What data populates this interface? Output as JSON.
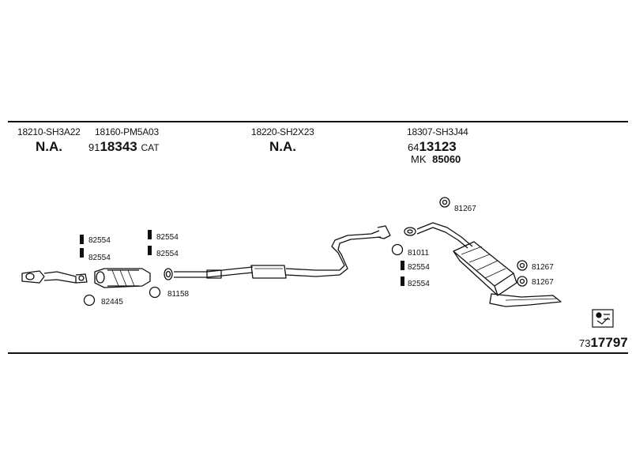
{
  "parts": {
    "p1": {
      "number": "18210-SH3A22",
      "value": "N.A."
    },
    "p2": {
      "number": "18160-PM5A03",
      "prefix": "91",
      "code": "18343",
      "suffix": "CAT"
    },
    "p3": {
      "number": "18220-SH2X23",
      "value": "N.A."
    },
    "p4": {
      "number": "18307-SH3J44",
      "prefix": "64",
      "code": "13123",
      "alt_prefix": "MK",
      "alt_code": "85060"
    }
  },
  "components": {
    "c82554a": "82554",
    "c82554b": "82554",
    "c82554c": "82554",
    "c82554d": "82554",
    "c82445": "82445",
    "c81158": "81158",
    "c81011": "81011",
    "c82554e": "82554",
    "c82554f": "82554",
    "c81267a": "81267",
    "c81267b": "81267",
    "c81267c": "81267"
  },
  "footer": {
    "prefix": "73",
    "code": "17797"
  },
  "icons": {
    "reference": "catalog-reference-icon"
  }
}
